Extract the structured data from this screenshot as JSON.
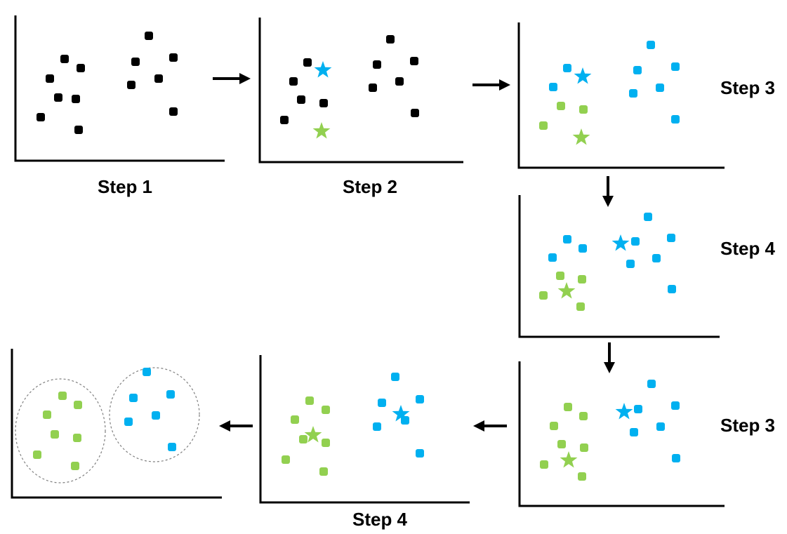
{
  "colors": {
    "unassigned": "#000000",
    "cluster_green": "#92d050",
    "cluster_blue": "#00b0f0",
    "axis": "#000000",
    "arrow": "#000000",
    "boundary": "#808080"
  },
  "icons": {
    "point": "rounded-square-point",
    "centroid": "star-icon",
    "arrow": "arrow-icon",
    "boundary": "dashed-ellipse"
  },
  "panels": [
    {
      "id": "panel-1",
      "label": "Step 1"
    },
    {
      "id": "panel-2",
      "label": "Step 2"
    },
    {
      "id": "panel-3",
      "label": "Step 3"
    },
    {
      "id": "panel-4",
      "label": "Step 4"
    },
    {
      "id": "panel-5",
      "label": "Step 3"
    },
    {
      "id": "panel-6",
      "label": "Step 4"
    },
    {
      "id": "panel-7",
      "label": ""
    }
  ]
}
